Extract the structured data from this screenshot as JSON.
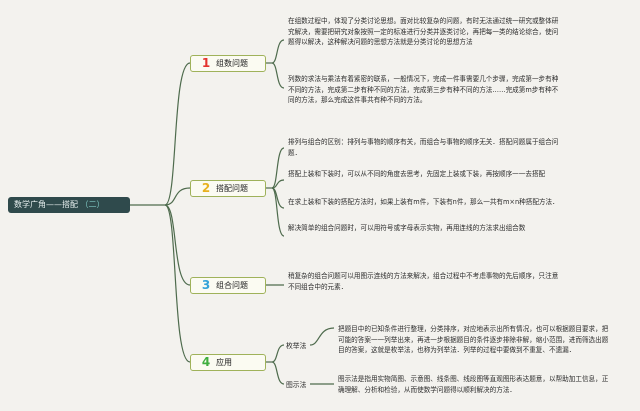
{
  "root": {
    "prefix": "",
    "label": "数学广角——搭配",
    "suffix": "（二）"
  },
  "colors": {
    "root_bg": "#2f4a4c",
    "line": "#4e6b4d",
    "branch_border": "#9fb25a",
    "n1": "#e4342e",
    "n2": "#e8b11f",
    "n3": "#35a3d9",
    "n4": "#3fae3f"
  },
  "branches": [
    {
      "num": "1",
      "label": "组数问题"
    },
    {
      "num": "2",
      "label": "搭配问题"
    },
    {
      "num": "3",
      "label": "组合问题"
    },
    {
      "num": "4",
      "label": "应用"
    }
  ],
  "texts": {
    "b1_t1": "在组数过程中，体现了分类讨论思想。面对比较复杂的问题，有时无法通过统一研究或整体研究解决，需要把研究对象按照一定的标准进行分类并逐类讨论，再把每一类的结论综合，使问题得以解决，这种解决问题的思想方法就是分类讨论的思想方法",
    "b1_t2": "列数的求法与乘法有着紧密的联系，一般情况下，完成一件事需要几个步骤，完成第一步有种不同的方法，完成第二步有种不同的方法，完成第三步有种不同的方法……完成第m步有种不同的方法，那么完成这件事共有种不同的方法。",
    "b2_t1": "排列与组合的区别：排列与事物的顺序有关，而组合与事物的顺序无关．搭配问题属于组合问题．",
    "b2_t2": "搭配上装和下装时，可以从不同的角度去思考，先固定上装或下装，再按顺序一一去搭配",
    "b2_t3": "在求上装和下装的搭配方法时，如果上装有m件，下装有n件，那么一共有m×n种搭配方法．",
    "b2_t4": "解决简单的组合问题时，可以用符号或字母表示实物，再用连线的方法求出组合数",
    "b3_t1": "稍复杂的组合问题可以用图示连线的方法来解决，组合过程中不考虑事物的先后顺序，只注意不同组合中的元素．",
    "b4_s1": "枚举法",
    "b4_s1_t": "把题目中的已知条件进行整理，分类排序，对应地表示出所有情况，也可以根据题目要求，把可能的答案一一列举出来，再进一步根据题目的条件逐步排除非解，缩小范围，进而筛选出题目的答案，这就是枚举法，也称为列举法．列举的过程中要做到不重复、不遗漏．",
    "b4_s2": "图示法",
    "b4_s2_t": "图示法是指用实物简图、示意图、线条图、线段图等直观图形表达题意，以帮助加工信息，正确理解、分析和检验，从而使数学问题得以顺利解决的方法．"
  }
}
